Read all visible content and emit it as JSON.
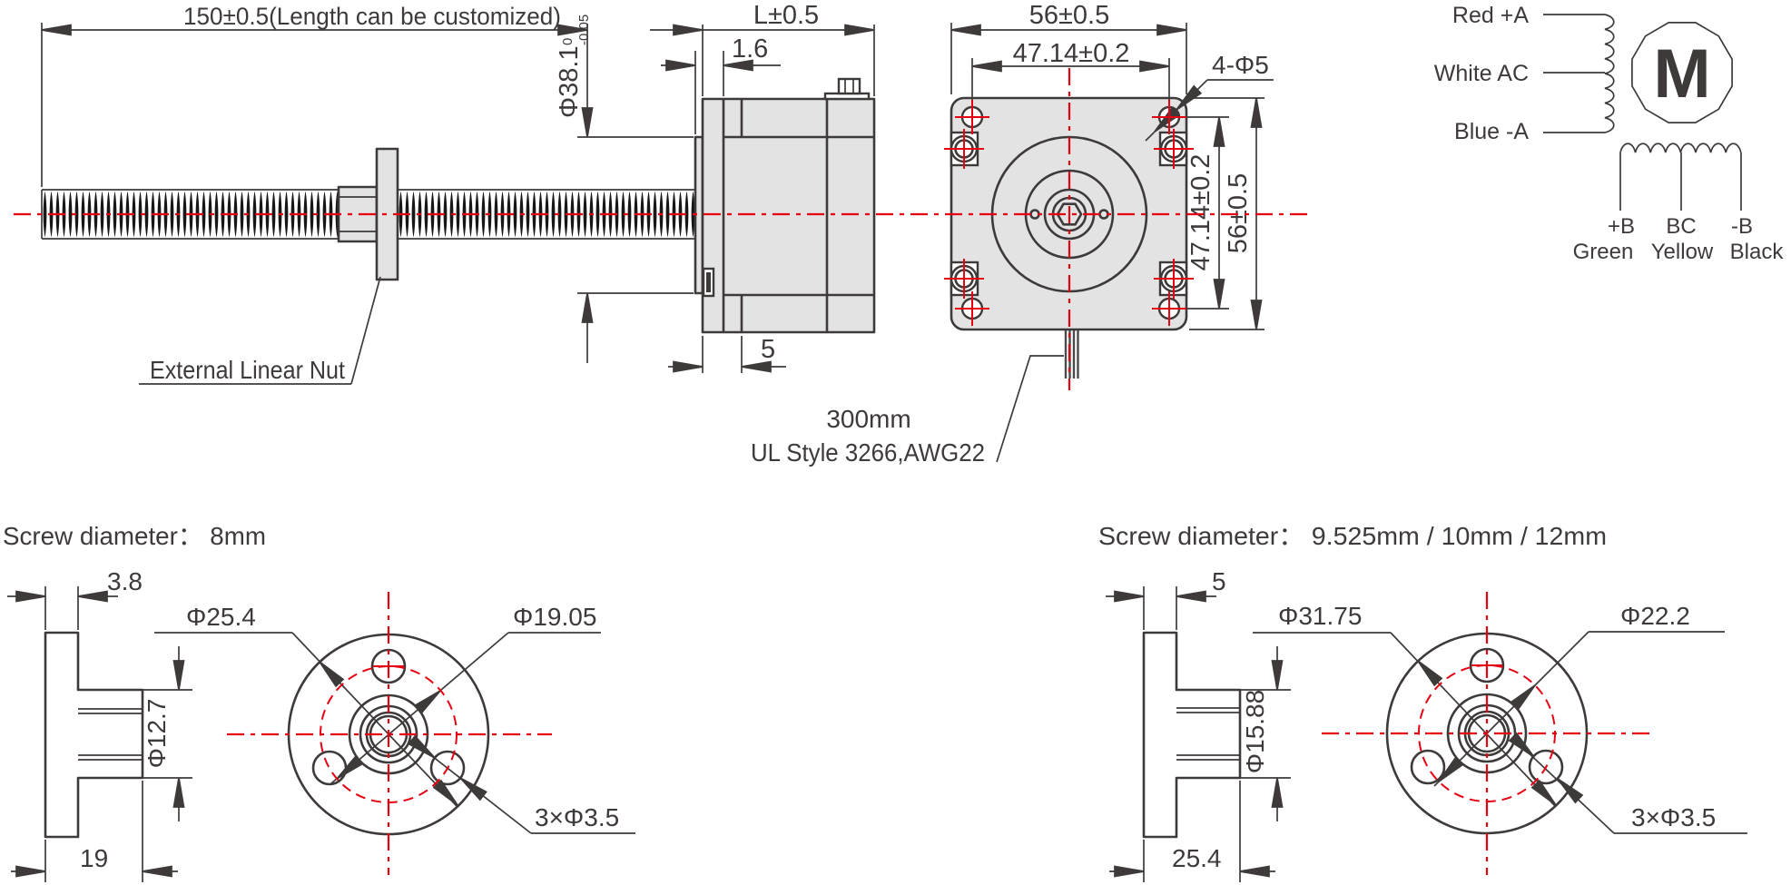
{
  "assembly": {
    "length_dim": "150±0.5(Length can be customized)",
    "shaft_dia": "Φ38.1",
    "shaft_tol_upper": "0",
    "shaft_tol_lower": "-0.05",
    "nut_label": "External Linear Nut",
    "motor_length_dim": "L±0.5",
    "boss_protrusion_dim": "1.6",
    "front_bell_dim": "5"
  },
  "front": {
    "width_dim": "56±0.5",
    "hole_spacing_h_dim": "47.14±0.2",
    "mount_holes_label": "4-Φ5",
    "hole_spacing_v_dim": "47.14±0.2",
    "height_dim": "56±0.5",
    "wire_length": "300mm",
    "wire_spec": "UL Style 3266,AWG22"
  },
  "wiring": {
    "lead_a_pos": "Red +A",
    "lead_a_com": "White AC",
    "lead_a_neg": "Blue -A",
    "motor_symbol": "M",
    "lead_b_pos": "+B",
    "lead_b_com": "BC",
    "lead_b_neg": "-B",
    "lead_b_pos_color": "Green",
    "lead_b_com_color": "Yellow",
    "lead_b_neg_color": "Black"
  },
  "flange8": {
    "title": "Screw diameter： 8mm",
    "thickness_dim": "3.8",
    "od_dim": "Φ25.4",
    "bolt_circle_dim": "Φ19.05",
    "boss_dia_dim": "Φ12.7",
    "length_dim": "19",
    "holes_dim": "3×Φ3.5"
  },
  "flangeL": {
    "title": "Screw diameter： 9.525mm / 10mm / 12mm",
    "thickness_dim": "5",
    "od_dim": "Φ31.75",
    "bolt_circle_dim": "Φ22.2",
    "boss_dia_dim": "Φ15.88",
    "length_dim": "25.4",
    "holes_dim": "3×Φ3.5"
  },
  "colors": {
    "line": "#3e3a39",
    "red": "#e50012",
    "body_fill": "#e3e3e3"
  }
}
